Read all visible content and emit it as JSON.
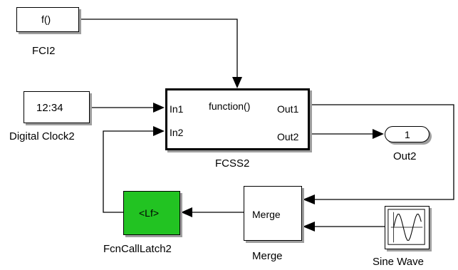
{
  "blocks": {
    "fci2": {
      "content": "f()",
      "label": "FCI2"
    },
    "digital_clock2": {
      "content": "12:34",
      "label": "Digital Clock2"
    },
    "fcss2": {
      "content": "function()",
      "label": "FCSS2",
      "ports": {
        "in1": "In1",
        "in2": "In2",
        "out1": "Out1",
        "out2": "Out2"
      }
    },
    "out2": {
      "content": "1",
      "label": "Out2"
    },
    "fcn_call_latch2": {
      "content": "<Lf>",
      "label": "FcnCallLatch2",
      "fill": "#22c322"
    },
    "merge": {
      "content": "Merge",
      "label": "Merge"
    },
    "sine_wave": {
      "label": "Sine Wave",
      "icon": "sine-wave-icon"
    }
  },
  "colors": {
    "line": "#000000",
    "shadow": "#9e9e9e",
    "latch_fill": "#22c322"
  }
}
